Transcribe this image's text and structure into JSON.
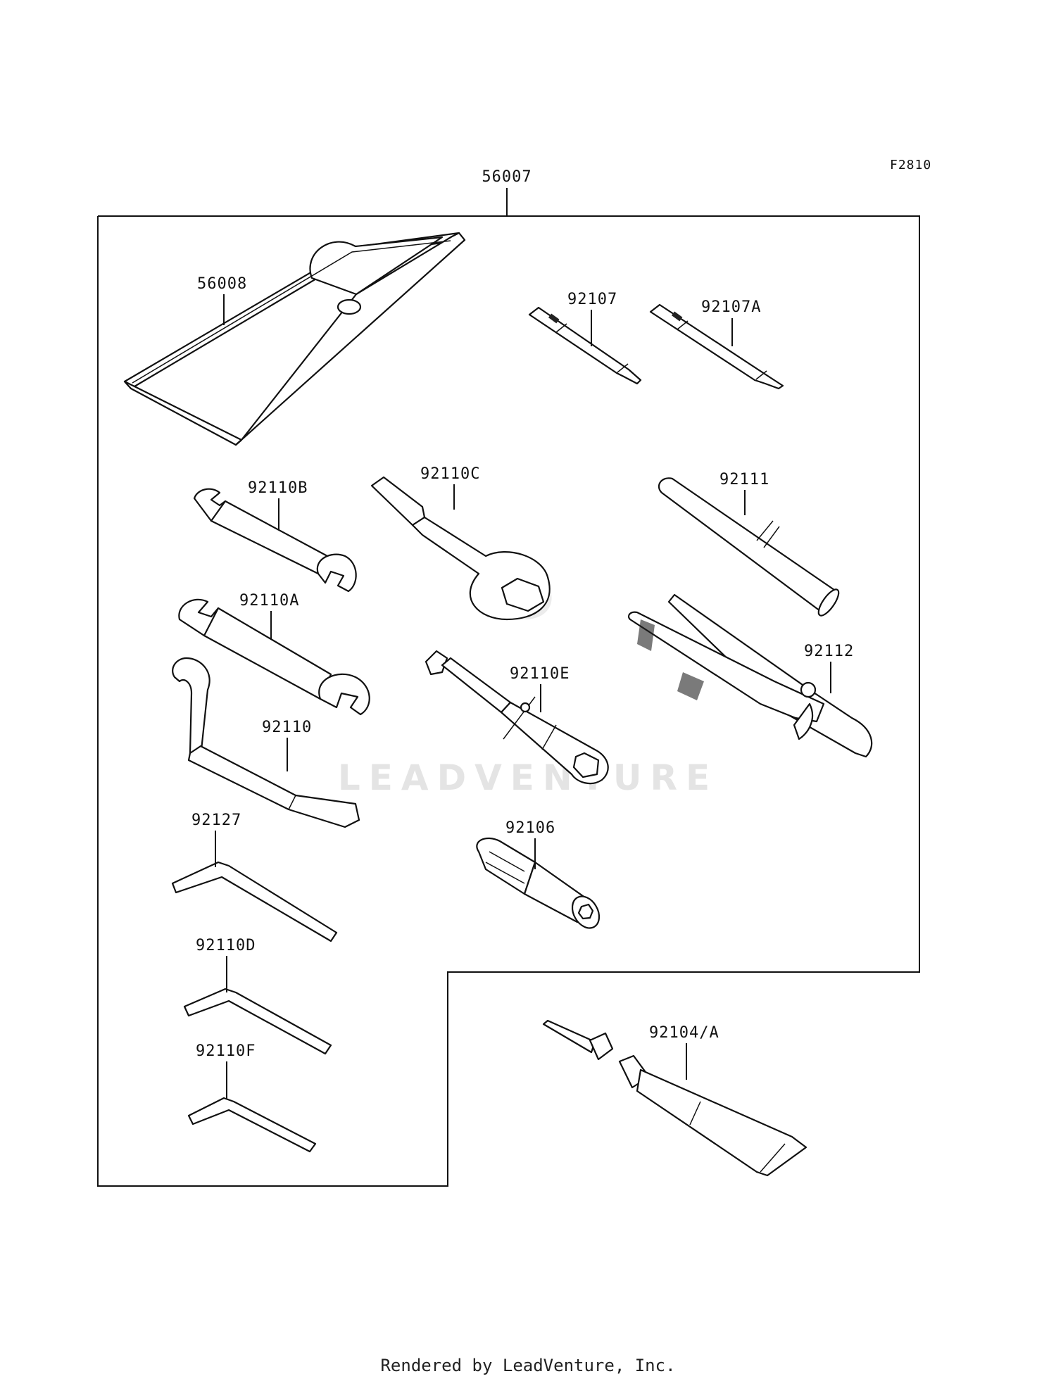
{
  "figure_code": "F2810",
  "kit_label": "56007",
  "watermark": "LEADVENTURE",
  "footer": "Rendered by LeadVenture, Inc.",
  "parts": {
    "p56008": "56008",
    "p92107": "92107",
    "p92107A": "92107A",
    "p92110B": "92110B",
    "p92110C": "92110C",
    "p92111": "92111",
    "p92110A": "92110A",
    "p92112": "92112",
    "p92110E": "92110E",
    "p92110": "92110",
    "p92127": "92127",
    "p92106": "92106",
    "p92110D": "92110D",
    "p92104A": "92104/A",
    "p92110F": "92110F"
  }
}
